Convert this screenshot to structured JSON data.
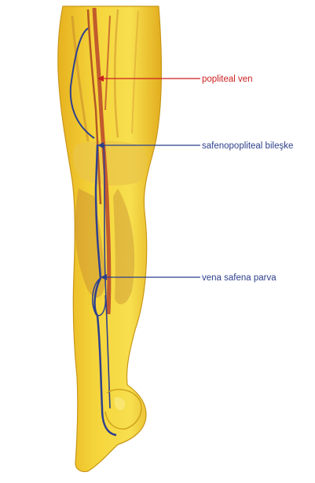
{
  "labels": {
    "popliteal": "popliteal ven",
    "junction": "safenopopliteal bileşke",
    "parva": "vena safena parva"
  },
  "colors": {
    "skin": "#f2cc2a",
    "skin_light": "#f7df4e",
    "skin_shadow": "#d4a51c",
    "muscle": "#c98a2e",
    "artery_red": "#b8452a",
    "vein_blue": "#2e3f8f",
    "label_red": "#cc1f1f",
    "label_blue": "#2c3f8c"
  }
}
